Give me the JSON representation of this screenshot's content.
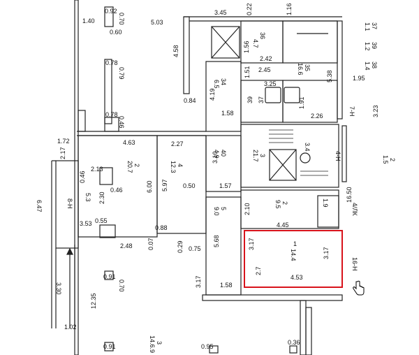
{
  "plan": {
    "selected_room": {
      "area": "14.4",
      "width": "4.53",
      "side_left": "3.17",
      "side_right": "3.17",
      "room_no": "1",
      "aux": "2.7"
    },
    "colors": {
      "selection": "#d8121b",
      "wall": "#222222"
    },
    "labels": {
      "d092": "0.92",
      "d070a": "0.70",
      "d060": "0.60",
      "d140": "1.40",
      "d503": "5.03",
      "d345": "3.45",
      "d022": "0.22",
      "d116": "1.16",
      "r37": "37",
      "r11": "1.1",
      "r39": "39",
      "r12": "1.2",
      "r38": "38",
      "r14": "1.4",
      "d458": "4.58",
      "d078a": "0.78",
      "d079": "0.79",
      "d078b": "0.78",
      "d046": "0.46",
      "r36": "36",
      "r47": "4.7",
      "d156": "1.56",
      "d242": "2.42",
      "d245": "2.45",
      "r35": "35",
      "r166": "16.6",
      "d538": "5.38",
      "d195": "1.95",
      "r34": "34",
      "r65": "6.5",
      "d419": "4.19",
      "d151": "1.51",
      "d325": "3.25",
      "d039": "39",
      "r37b": "37",
      "d084": "0.84",
      "d158": "1.58",
      "d191": "1.91",
      "d226": "2.26",
      "r7n": "7-Н",
      "d323": "3.23",
      "d172": "1.72",
      "d463": "4.63",
      "d227": "2.27",
      "d217": "2.17",
      "d213": "2.13",
      "r2": "2",
      "r207": "20.7",
      "r4": "4",
      "r123": "12.3",
      "d046b": "0.46",
      "d046c": "0.46",
      "d230": "2.30",
      "r53": "5.3",
      "d600": "6.00",
      "d597": "5.97",
      "d050": "0.50",
      "r40": "40",
      "r49": "4.9",
      "d310": "3.10",
      "d157": "1.57",
      "r3": "3",
      "r217": "21.7",
      "r34b": "3.4",
      "r4n": "4-Н",
      "r2b": "2",
      "r15b": "1.5",
      "r2c": "2",
      "r95": "9.5",
      "r19": "1.9",
      "d1650": "16.50",
      "r4lk": "4/ЛК",
      "d445": "4.45",
      "d210": "2.10",
      "r5": "5",
      "r90": "9.0",
      "d568": "5.68",
      "d158b": "1.58",
      "r8n": "8-Н",
      "d647": "6.47",
      "d353": "3.53",
      "d055": "0.55",
      "d088": "0.88",
      "d248": "2.48",
      "d007": "0.07",
      "d029": "0.29",
      "d075": "0.75",
      "d317": "3.17",
      "r16n": "16-Н",
      "d330": "3.30",
      "d091a": "0.91",
      "d070b": "0.70",
      "d1235": "12.35",
      "d102": "1.02",
      "r3c": "3",
      "r1469": "14.6.9",
      "d091b": "0.91",
      "d095": "0.95",
      "d036": "0.36"
    }
  }
}
